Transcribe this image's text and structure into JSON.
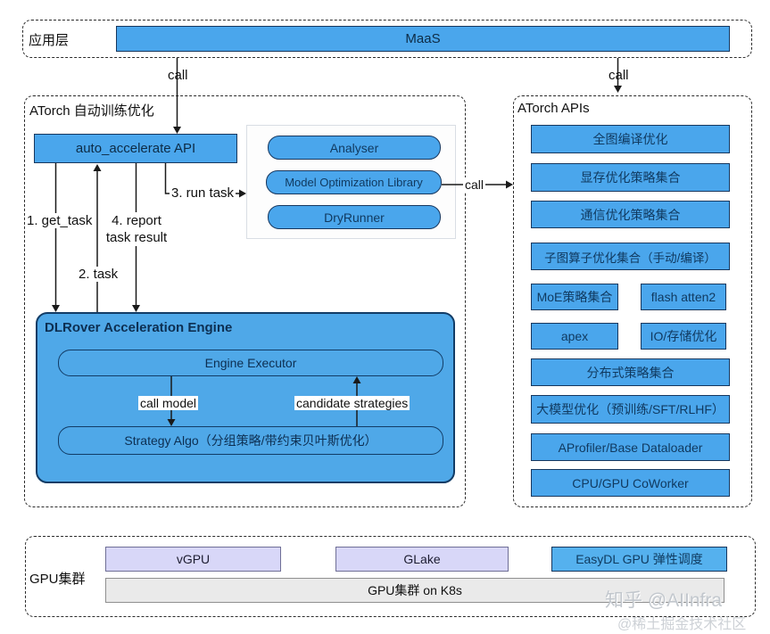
{
  "palette": {
    "blue_fill": "#4aa6ec",
    "blue_border": "#17375e",
    "engine_fill": "#4fa8e8",
    "engine_border": "#123c66",
    "lavender_fill": "#d8d7f8",
    "easydl_fill": "#55b1ee",
    "gray_bar_fill": "#eaeaea",
    "line_color": "#1a1a1a"
  },
  "app_layer": {
    "label": "应用层",
    "maas": "MaaS"
  },
  "edges": {
    "call_left": "call",
    "call_right": "call",
    "call_mid": "call",
    "get_task": "1. get_task",
    "task": "2. task",
    "run_task": "3. run task",
    "report_line1": "4. report",
    "report_line2": "task result",
    "call_model": "call model",
    "candidate_strategies": "candidate strategies"
  },
  "atorch_auto": {
    "title": "ATorch 自动训练优化",
    "api_box": "auto_accelerate API",
    "services": [
      "Analyser",
      "Model Optimization Library",
      "DryRunner"
    ],
    "engine": {
      "title": "DLRover Acceleration Engine",
      "executor": "Engine Executor",
      "strategy": "Strategy Algo（分组策略/带约束贝叶斯优化）"
    }
  },
  "atorch_apis": {
    "title": "ATorch APIs",
    "items": [
      "全图编译优化",
      "显存优化策略集合",
      "通信优化策略集合",
      "子图算子优化集合（手动/编译）",
      "MoE策略集合",
      "flash atten2",
      "apex",
      "IO/存储优化",
      "分布式策略集合",
      "大模型优化（预训练/SFT/RLHF）",
      "AProfiler/Base Dataloader",
      "CPU/GPU CoWorker"
    ]
  },
  "gpu_cluster": {
    "title": "GPU集群",
    "vgpu": "vGPU",
    "glake": "GLake",
    "easydl": "EasyDL GPU 弹性调度",
    "k8s_bar": "GPU集群 on K8s"
  },
  "watermark": {
    "line1": "知乎 @AIInfra",
    "line2": "@稀土掘金技术社区"
  }
}
